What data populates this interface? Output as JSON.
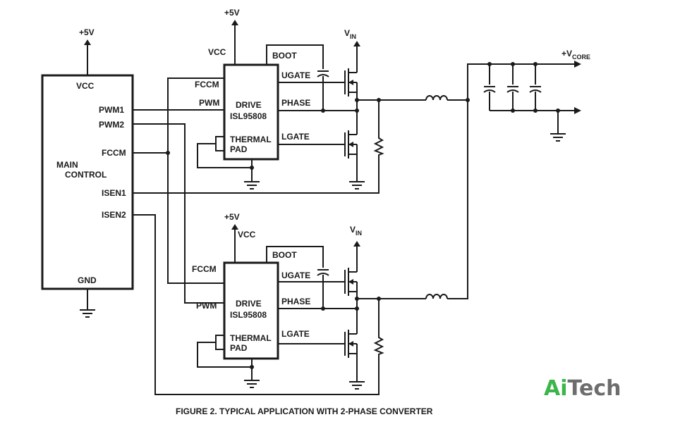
{
  "main": {
    "vcc_rail": "+5V",
    "pin_vcc": "VCC",
    "pin_pwm1": "PWM1",
    "pin_pwm2": "PWM2",
    "pin_fccm": "FCCM",
    "title_line1": "MAIN",
    "title_line2": "CONTROL",
    "pin_isen1": "ISEN1",
    "pin_isen2": "ISEN2",
    "pin_gnd": "GND"
  },
  "driver1": {
    "vcc_rail": "+5V",
    "pin_vcc": "VCC",
    "pin_fccm": "FCCM",
    "pin_pwm": "PWM",
    "title_line1": "DRIVE",
    "title_line2": "ISL95808",
    "pin_thermal": "THERMAL",
    "pin_pad": "PAD",
    "pin_boot": "BOOT",
    "pin_ugate": "UGATE",
    "pin_phase": "PHASE",
    "pin_lgate": "LGATE",
    "vin_main": "V",
    "vin_sub": "IN"
  },
  "driver2": {
    "vcc_rail": "+5V",
    "pin_vcc": "VCC",
    "pin_fccm": "FCCM",
    "pin_pwm": "PWM",
    "title_line1": "DRIVE",
    "title_line2": "ISL95808",
    "pin_thermal": "THERMAL",
    "pin_pad": "PAD",
    "pin_boot": "BOOT",
    "pin_ugate": "UGATE",
    "pin_phase": "PHASE",
    "pin_lgate": "LGATE",
    "vin_main": "V",
    "vin_sub": "IN"
  },
  "output": {
    "vcore_prefix": "+V",
    "vcore_sub": "CORE"
  },
  "caption": "FIGURE 2.  TYPICAL APPLICATION WITH 2-PHASE CONVERTER",
  "watermark": {
    "part1": "Ai",
    "part2": "Tech",
    "color1": "#3cb54a",
    "color2": "#6d6d6d"
  }
}
